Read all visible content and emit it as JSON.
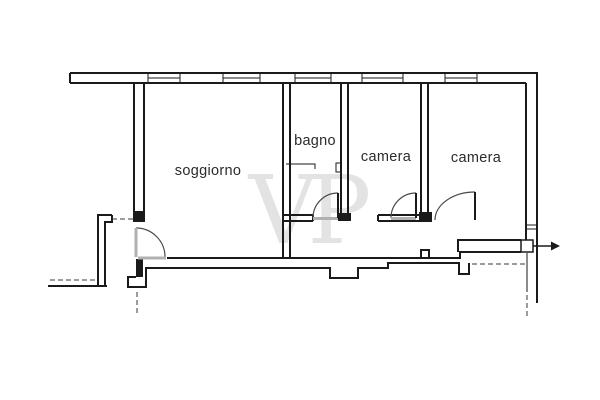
{
  "floorplan": {
    "kind": "apartment-floor-plan",
    "watermark": "VP",
    "rooms": [
      {
        "id": "soggiorno",
        "label": "soggiorno"
      },
      {
        "id": "bagno",
        "label": "bagno"
      },
      {
        "id": "camera-1",
        "label": "camera"
      },
      {
        "id": "camera-2",
        "label": "camera"
      }
    ],
    "colors": {
      "background": "#ffffff",
      "wall": "#1a1a1a",
      "label_text": "#2b2b2b",
      "door_leaf": "#b0b0b0",
      "door_arc": "#4a4a4a",
      "dashed_line": "#3a3a3a",
      "watermark": "#e3e3e3",
      "box_fill": "#ffffff"
    },
    "entrance_arrow": {
      "direction": "right"
    }
  }
}
